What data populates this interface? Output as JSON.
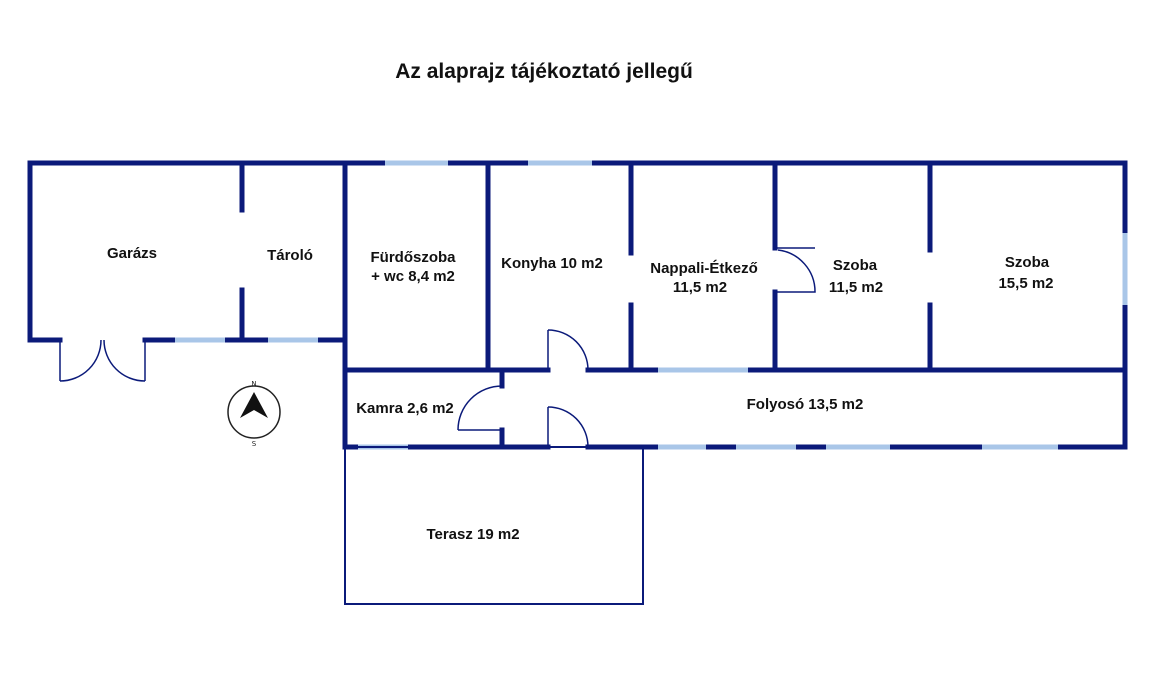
{
  "title": "Az alaprajz tájékoztató jellegű",
  "rooms": {
    "garazs": "Garázs",
    "tarolo": "Tároló",
    "furdo_line1": "Fürdőszoba",
    "furdo_line2": "+ wc 8,4 m2",
    "konyha": "Konyha 10 m2",
    "nappali_line1": "Nappali-Étkező",
    "nappali_line2": "11,5 m2",
    "szoba1_line1": "Szoba",
    "szoba1_line2": "11,5 m2",
    "szoba2_line1": "Szoba",
    "szoba2_line2": "15,5 m2",
    "kamra": "Kamra 2,6 m2",
    "folyoso": "Folyosó 13,5 m2",
    "terasz": "Terasz 19 m2"
  },
  "compass": {
    "north": "N",
    "south": "S"
  },
  "colors": {
    "wall": "#0b1a7a",
    "window": "#a9c6e8"
  }
}
